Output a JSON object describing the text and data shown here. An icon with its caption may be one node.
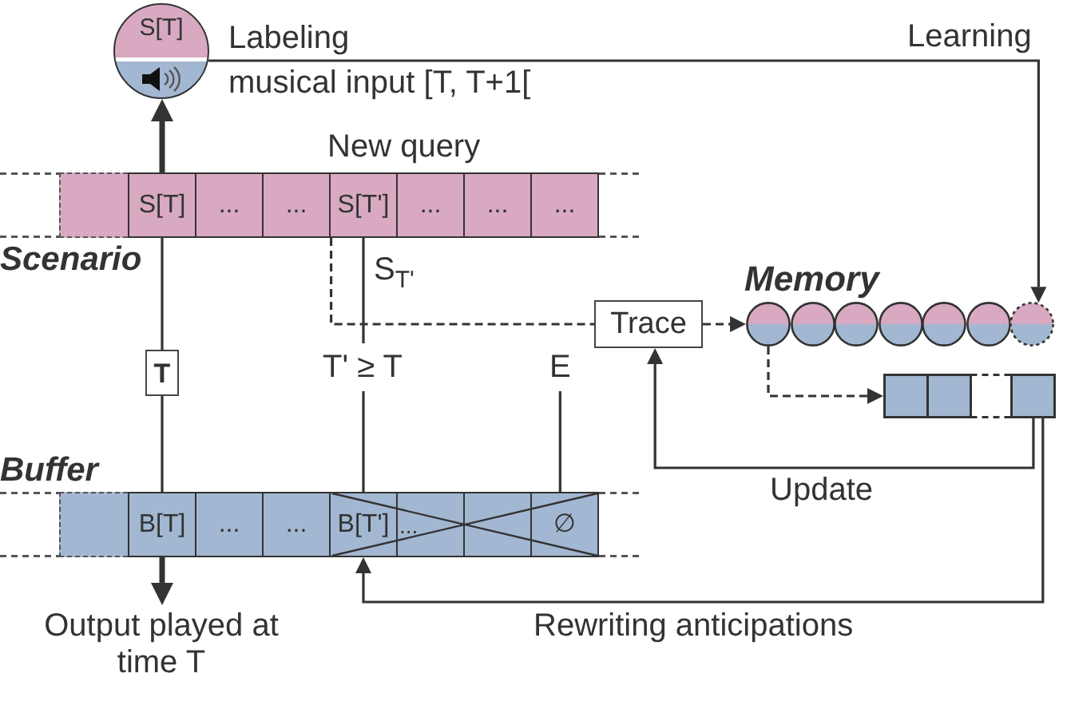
{
  "diagram": {
    "nodes": [
      {
        "text": [
          "S[T]"
        ],
        "beside": [
          "Labeling",
          "musical input [T, T+1["
        ]
      },
      {
        "text": [
          "Scenario"
        ]
      },
      {
        "text": [
          "S[T]"
        ],
        "in": 1
      },
      {
        "text": [
          "..."
        ],
        "in": 1
      },
      {
        "text": [
          "..."
        ],
        "in": 1
      },
      {
        "text": [
          "S[T']"
        ],
        "in": 1
      },
      {
        "text": [
          "..."
        ],
        "in": 1
      },
      {
        "text": [
          "..."
        ],
        "in": 1
      },
      {
        "text": [
          "..."
        ],
        "in": 1
      },
      {
        "text": [
          "T"
        ]
      },
      {
        "text": [
          "Buffer"
        ]
      },
      {
        "text": [
          "B[T]"
        ],
        "in": 10
      },
      {
        "text": [
          "..."
        ],
        "in": 10
      },
      {
        "text": [
          "..."
        ],
        "in": 10
      },
      {
        "text": [
          "B[T']"
        ],
        "in": 10
      },
      {
        "text": [
          "..."
        ],
        "in": 10
      },
      {
        "text": [],
        "shape": "box",
        "in": 10
      },
      {
        "text": [
          "∅"
        ],
        "in": 10
      },
      {
        "text": [
          "Trace"
        ]
      },
      {
        "text": [],
        "shape": "circle"
      },
      {
        "text": [],
        "shape": "circle"
      },
      {
        "text": [],
        "shape": "circle"
      },
      {
        "text": [],
        "shape": "circle"
      },
      {
        "text": [],
        "shape": "circle"
      },
      {
        "text": [],
        "shape": "circle"
      },
      {
        "text": [],
        "shape": "circle"
      },
      {
        "text": [],
        "shape": "bar"
      },
      {
        "text": [
          "E"
        ]
      },
      {
        "text": [
          "Output played at time T"
        ]
      }
    ],
    "edges": [
      {
        "from": 2,
        "to": 0,
        "arrow": "to",
        "style": "thick"
      },
      {
        "from": 2,
        "to": 9,
        "arrow": "none"
      },
      {
        "from": 9,
        "to": 11,
        "arrow": "none"
      },
      {
        "from": 5,
        "to": 18,
        "arrow": "none",
        "label": "S$_{T'}$",
        "style": "dashed"
      },
      {
        "from": 5,
        "to": 14,
        "arrow": "none",
        "label": "T' ≥ T"
      },
      {
        "from": 27,
        "to": 17,
        "arrow": "none"
      },
      {
        "from": 18,
        "to": 19,
        "arrow": "to",
        "style": "dashed"
      },
      {
        "from": 0,
        "to": 25,
        "arrow": "to",
        "label": "Learning"
      },
      {
        "from": 19,
        "to": 26,
        "arrow": "to",
        "style": "dashed"
      },
      {
        "from": 26,
        "to": 18,
        "arrow": "to",
        "label": "Update"
      },
      {
        "from": 26,
        "to": 14,
        "arrow": "to",
        "label": "Rewriting anticipations"
      },
      {
        "from": 11,
        "to": 28,
        "arrow": "to",
        "style": "thick"
      }
    ],
    "labels": [
      "New query",
      "Memory"
    ]
  }
}
